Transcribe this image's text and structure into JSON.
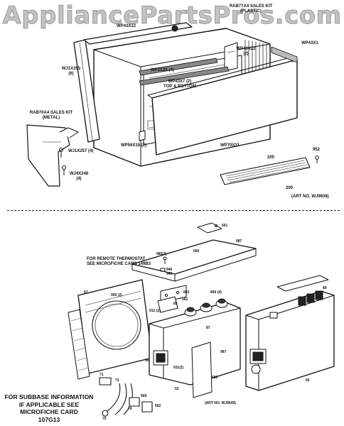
{
  "watermark": "AppliancePartsPros.com",
  "top_section": {
    "labels": {
      "top_panel": "WP43X12",
      "rab877a4_line1": "RAB77A4 SALES KIT",
      "rab877a4_line2": "(PLASTIC)",
      "wp43x1": "WP43X1",
      "wp43x22_line1": "WP43X22",
      "wp43x22_line2": "(2)",
      "wj1x355_line1": "WJ1X355",
      "wj1x355_line2": "(6)",
      "wp2x20": "WP2X20 (4)",
      "wp43x7_line1": "WP43X7 (2)",
      "wp43x7_line2": "TOP & BOTTOM",
      "rab70a4_line1": "RAB70A4 SALES KIT",
      "rab70a4_line2": "(METAL)",
      "wj1x257": "WJ1X257 (4)",
      "wj4x248_line1": "WJ4X248",
      "wj4x248_line2": "(4)",
      "wp56x18": "WP56X18 (2)",
      "wp70x31": "WP70X31",
      "part_205": "205",
      "part_952": "952",
      "part_200": "200",
      "art_no": "(ART NO. WJ9608)"
    }
  },
  "bottom_section": {
    "labels": {
      "remote_note_line1": "FOR REMOTE THERMOSTAT",
      "remote_note_line2": "SEE MICROFICHE CARD 149B3",
      "p561": "561",
      "p987a": "987",
      "p560": "560",
      "p980": "980(2)",
      "p946": "946",
      "p940": "940",
      "p57": "57",
      "p959": "959 (2)",
      "p853": "853",
      "p562": "562",
      "p89": "89",
      "p894": "894 (4)",
      "p85": "85",
      "p87": "87",
      "p912": "912 (2)",
      "p90": "90",
      "p911": "911(2)",
      "p987b": "987",
      "p583": "583",
      "p60": "60",
      "p71": "71",
      "p73": "73",
      "p52": "52",
      "p569": "569",
      "p74": "74",
      "p562b": "562",
      "p75": "75",
      "art_no": "(ART NO. WJ9549)",
      "subbase_line1": "FOR SUBBASE INFORMATION",
      "subbase_line2": "IF APPLICABLE SEE",
      "subbase_line3": "MICROFICHE CARD",
      "subbase_line4": "107G13"
    }
  }
}
